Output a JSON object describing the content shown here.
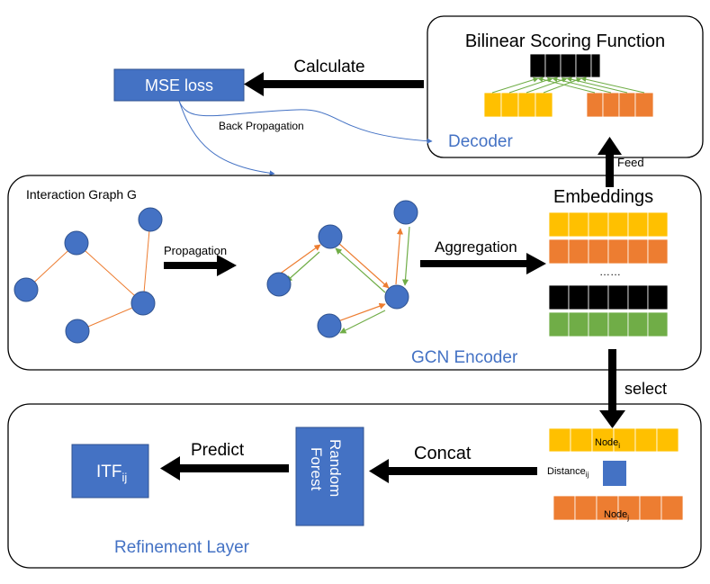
{
  "decoder": {
    "title": "Bilinear Scoring Function",
    "label": "Decoder"
  },
  "loss": {
    "box_label": "MSE loss",
    "calculate_label": "Calculate",
    "backprop_label": "Back Propagation"
  },
  "encoder": {
    "label": "GCN Encoder",
    "graph_title": "Interaction Graph G",
    "propagation_label": "Propagation",
    "aggregation_label": "Aggregation",
    "embeddings_title": "Embeddings",
    "ellipsis": "……",
    "feed_label": "Feed"
  },
  "refinement": {
    "label": "Refinement Layer",
    "select_label": "select",
    "concat_label": "Concat",
    "predict_label": "Predict",
    "random_forest_line1": "Random",
    "random_forest_line2": "Forest",
    "node_i_main": "Node",
    "node_i_sub": "i",
    "node_j_main": "Node",
    "node_j_sub": "j",
    "distance_main": "Distance",
    "distance_sub": "ij",
    "itf_main": "ITF",
    "itf_sub": "ij"
  },
  "colors": {
    "blue": "#4472c4",
    "node_fill": "#4472c4",
    "orange": "#ed7d31",
    "yellow": "#ffc000",
    "green": "#70ad47",
    "black": "#000000"
  }
}
